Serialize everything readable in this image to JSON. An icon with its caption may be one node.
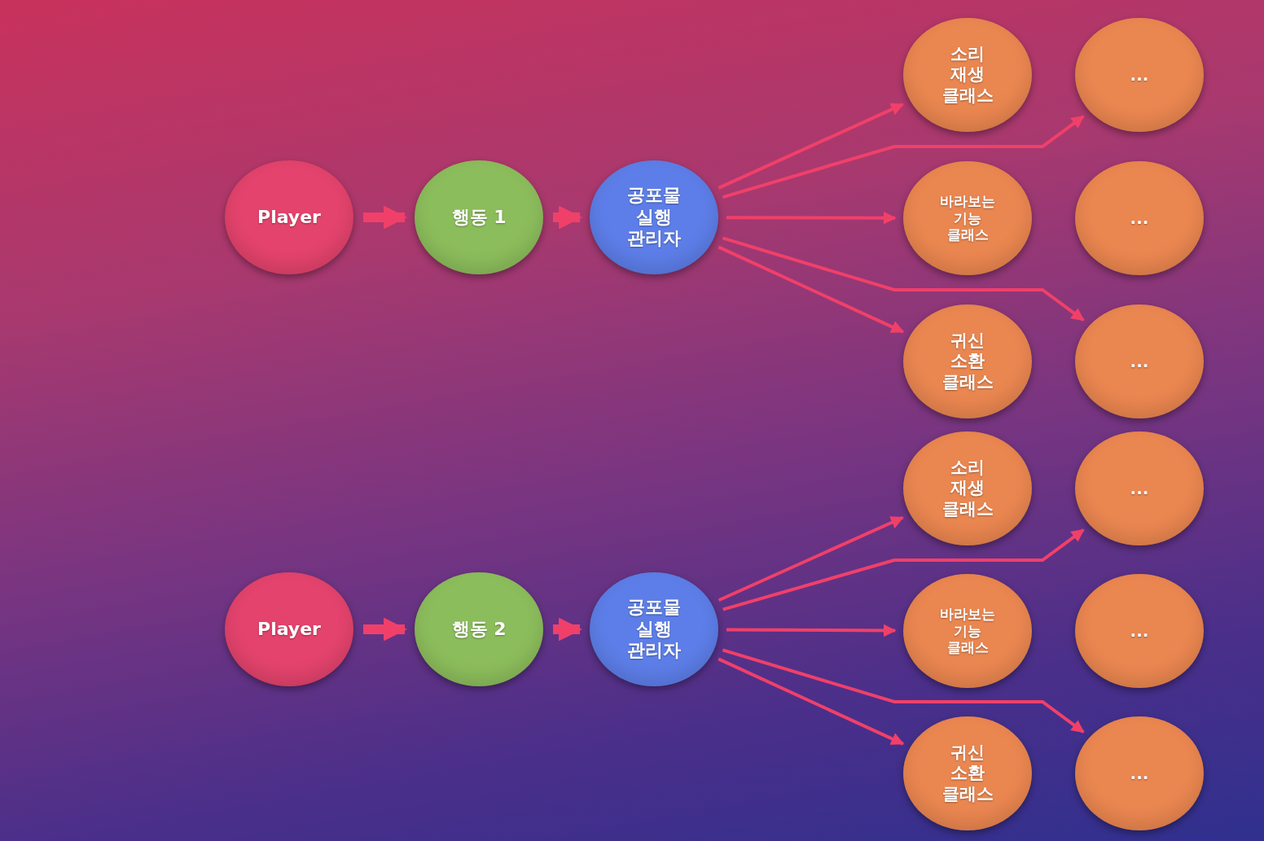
{
  "diagram": {
    "nodes": [
      {
        "text": [
          "Player"
        ]
      },
      {
        "text": [
          "행동 1"
        ]
      },
      {
        "text": [
          "공포물 실행 관리자"
        ]
      },
      {
        "text": [
          "소리 재생 클래스"
        ]
      },
      {
        "text": [
          "..."
        ]
      },
      {
        "text": [
          "바라보는 기능 클래스"
        ]
      },
      {
        "text": [
          "..."
        ]
      },
      {
        "text": [
          "귀신 소환 클래스"
        ]
      },
      {
        "text": [
          "..."
        ]
      },
      {
        "text": [
          "Player"
        ]
      },
      {
        "text": [
          "행동 2"
        ]
      },
      {
        "text": [
          "공포물 실행 관리자"
        ]
      },
      {
        "text": [
          "소리 재생 클래스"
        ]
      },
      {
        "text": [
          "..."
        ]
      },
      {
        "text": [
          "바라보는 기능 클래스"
        ]
      },
      {
        "text": [
          "..."
        ]
      },
      {
        "text": [
          "귀신 소환 클래스"
        ]
      },
      {
        "text": [
          "..."
        ]
      }
    ],
    "edges": [
      {
        "from": 0,
        "to": 1,
        "arrow": "to",
        "style": "thick"
      },
      {
        "from": 1,
        "to": 2,
        "arrow": "to",
        "style": "thick"
      },
      {
        "from": 2,
        "to": 3,
        "arrow": "to"
      },
      {
        "from": 2,
        "to": 4,
        "arrow": "to"
      },
      {
        "from": 2,
        "to": 5,
        "arrow": "to"
      },
      {
        "from": 2,
        "to": 8,
        "arrow": "to"
      },
      {
        "from": 2,
        "to": 7,
        "arrow": "to"
      },
      {
        "from": 9,
        "to": 10,
        "arrow": "to",
        "style": "thick"
      },
      {
        "from": 10,
        "to": 11,
        "arrow": "to",
        "style": "thick"
      },
      {
        "from": 11,
        "to": 12,
        "arrow": "to"
      },
      {
        "from": 11,
        "to": 13,
        "arrow": "to"
      },
      {
        "from": 11,
        "to": 14,
        "arrow": "to"
      },
      {
        "from": 11,
        "to": 17,
        "arrow": "to"
      },
      {
        "from": 11,
        "to": 16,
        "arrow": "to"
      }
    ]
  }
}
